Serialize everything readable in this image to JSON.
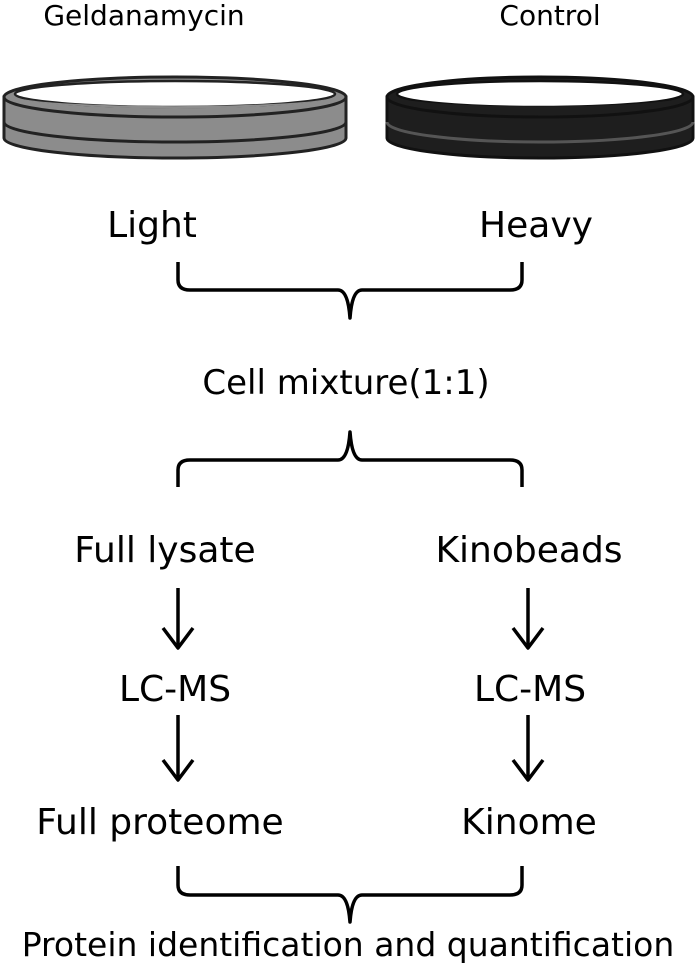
{
  "dishes": {
    "left_label": "Geldanamycin",
    "right_label": "Control",
    "left_fill": "#8c8c8c",
    "right_fill": "#1e1e1e"
  },
  "labels": {
    "light": "Light",
    "heavy": "Heavy",
    "mixture": "Cell mixture(1:1)",
    "full_lysate": "Full lysate",
    "kinobeads": "Kinobeads",
    "lcms_left": "LC-MS",
    "lcms_right": "LC-MS",
    "full_proteome": "Full proteome",
    "kinome": "Kinome",
    "final": "Protein identification and quantification"
  }
}
